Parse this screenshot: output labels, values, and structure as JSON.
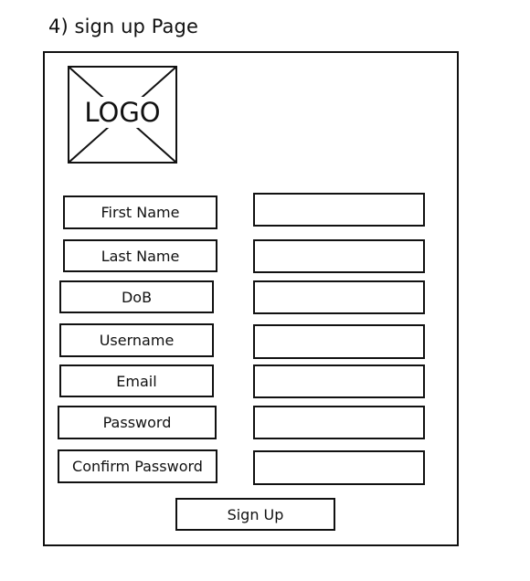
{
  "page_title": "4) sign up Page",
  "logo": {
    "text": "LOGO"
  },
  "form": {
    "fields": [
      {
        "label": "First Name",
        "value": ""
      },
      {
        "label": "Last Name",
        "value": ""
      },
      {
        "label": "DoB",
        "value": ""
      },
      {
        "label": "Username",
        "value": ""
      },
      {
        "label": "Email",
        "value": ""
      },
      {
        "label": "Password",
        "value": ""
      },
      {
        "label": "Confirm Password",
        "value": ""
      }
    ],
    "submit_label": "Sign Up"
  }
}
